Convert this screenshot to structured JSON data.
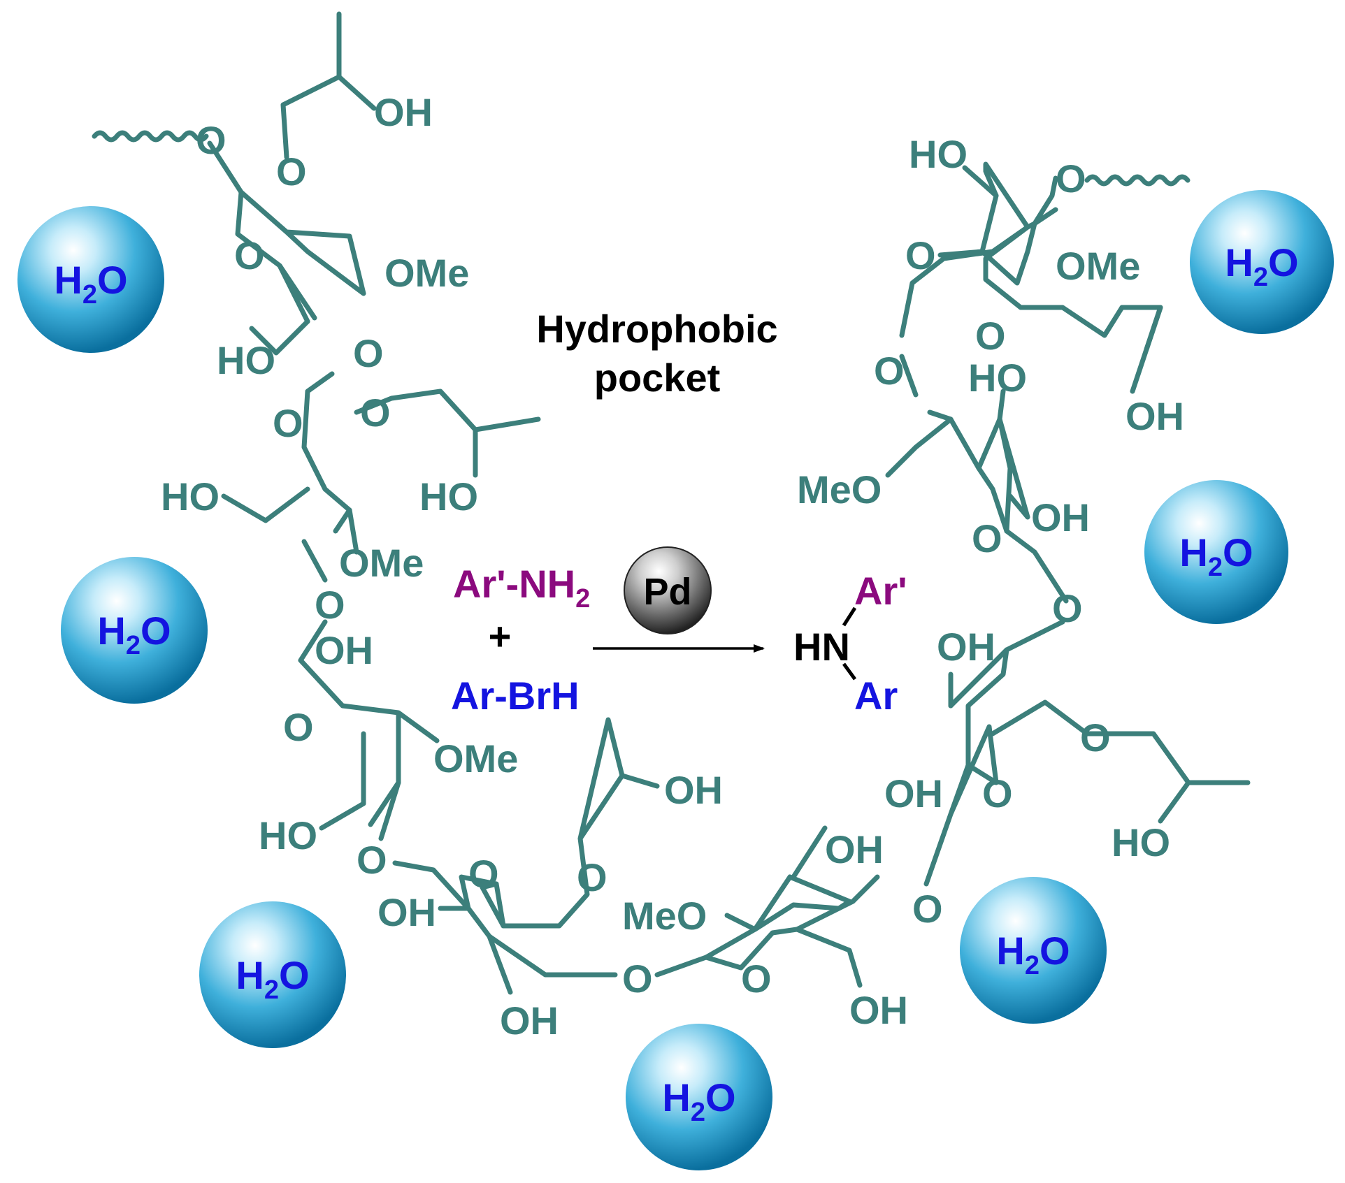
{
  "title": {
    "line1": "Hydrophobic",
    "line2": "pocket"
  },
  "reaction": {
    "reactant1": "Ar'-NH",
    "reactant1_sub": "2",
    "plus": "+",
    "reactant2": "Ar-BrH",
    "catalyst": "Pd",
    "product_center": "HN",
    "product_top": "Ar'",
    "product_bottom": "Ar"
  },
  "water": {
    "label_h": "H",
    "label_sub": "2",
    "label_o": "O"
  },
  "groups": {
    "oh": "OH",
    "ho": "HO",
    "ome": "OMe",
    "meo": "MeO",
    "o": "O"
  },
  "colors": {
    "backbone": "#3c7f7b",
    "reactant_amine": "#8b0a7e",
    "reactant_aryl": "#1414e0",
    "product_text": "#000000",
    "water_text": "#1414e0",
    "water_sphere": "#1a96c6",
    "catalyst_sphere": "#555555",
    "title_text": "#000000"
  }
}
